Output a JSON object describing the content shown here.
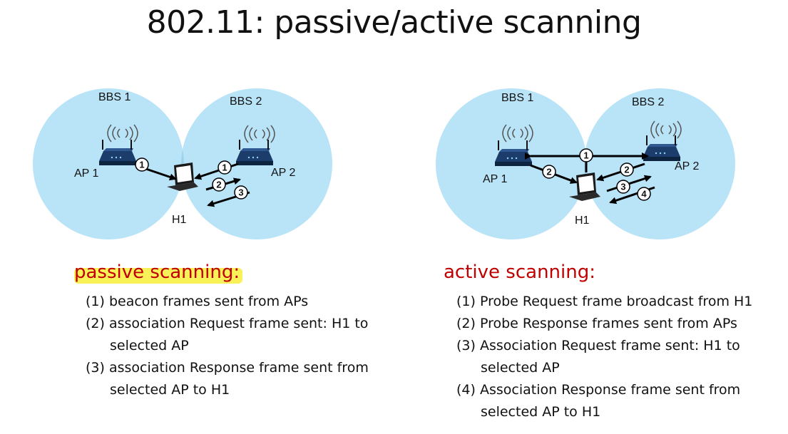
{
  "title": "802.11: passive/active scanning",
  "passive": {
    "labels": {
      "bbs1": "BBS 1",
      "bbs2": "BBS 2",
      "ap1": "AP 1",
      "ap2": "AP 2",
      "host": "H1"
    },
    "markers": [
      "1",
      "1",
      "2",
      "3"
    ],
    "heading": "passive scanning:",
    "steps": [
      "(1) beacon frames sent from APs",
      "(2) association Request frame sent: H1 to selected AP",
      "(3) association Response frame sent from  selected AP to H1"
    ]
  },
  "active": {
    "labels": {
      "bbs1": "BBS 1",
      "bbs2": "BBS 2",
      "ap1": "AP 1",
      "ap2": "AP 2",
      "host": "H1"
    },
    "markers": [
      "1",
      "2",
      "2",
      "3",
      "4"
    ],
    "heading": "active  scanning:",
    "steps": [
      "(1) Probe Request frame broadcast from H1",
      "(2) Probe Response frames sent from APs",
      "(3) Association Request frame sent: H1 to selected AP",
      "(4) Association Response frame sent from selected AP to H1"
    ]
  },
  "colors": {
    "bss_fill": "#b9e4f7",
    "overlap_fill": "#9ed3ee",
    "heading": "#c00000",
    "highlight": "#f7ef3a"
  },
  "icons": [
    "wireless-router-icon",
    "laptop-icon",
    "radio-waves-icon"
  ]
}
